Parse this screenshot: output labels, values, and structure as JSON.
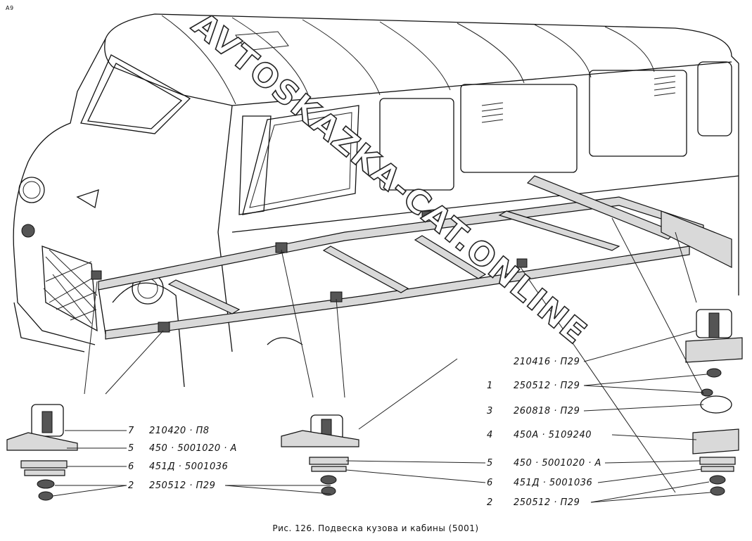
{
  "corner_mark": "А9",
  "caption": "Рис. 126. Подвеска кузова и кабины (5001)",
  "watermark": "AVTOSKAZKA-CAT.ONLINE",
  "left_labels": [
    {
      "num": "7",
      "code": "210420 · П8"
    },
    {
      "num": "5",
      "code": "450 · 5001020 · А"
    },
    {
      "num": "6",
      "code": "451Д · 5001036"
    },
    {
      "num": "2",
      "code": "250512 · П29"
    }
  ],
  "right_labels": [
    {
      "num": "",
      "code": "210416 · П29"
    },
    {
      "num": "1",
      "code": "250512 · П29"
    },
    {
      "num": "3",
      "code": "260818 · П29"
    },
    {
      "num": "4",
      "code": "450А · 5109240"
    },
    {
      "num": "5",
      "code": "450 · 5001020 · А"
    },
    {
      "num": "6",
      "code": "451Д · 5001036"
    },
    {
      "num": "2",
      "code": "250512 · П29"
    }
  ]
}
